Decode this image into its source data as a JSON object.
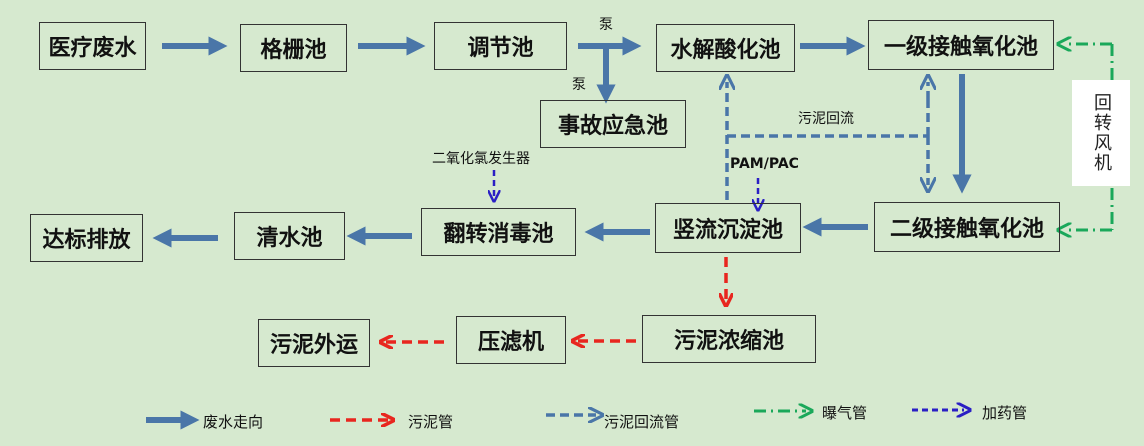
{
  "nodes": {
    "wastewater": "医疗废水",
    "screen_tank": "格栅池",
    "equalization_tank": "调节池",
    "hydrolysis_tank": "水解酸化池",
    "primary_contact_tank": "一级接触氧化池",
    "emergency_tank": "事故应急池",
    "secondary_contact_tank": "二级接触氧化池",
    "settling_tank": "竖流沉淀池",
    "disinfection_tank": "翻转消毒池",
    "clear_water_tank": "清水池",
    "discharge": "达标排放",
    "sludge_thickener": "污泥浓缩池",
    "filter_press": "压滤机",
    "sludge_out": "污泥外运",
    "blower": "回转风机"
  },
  "labels": {
    "pump_top": "泵",
    "pump_side": "泵",
    "sludge_return": "污泥回流",
    "chlorine_generator": "二氧化氯发生器",
    "pam_pac": "PAM/PAC"
  },
  "legend": {
    "wastewater_flow": "废水走向",
    "sludge_pipe": "污泥管",
    "sludge_return_pipe": "污泥回流管",
    "aeration_pipe": "曝气管",
    "dosing_pipe": "加药管"
  },
  "colors": {
    "background": "#d6e9cf",
    "wastewater_flow": "#4a76a8",
    "sludge_pipe": "#e8261f",
    "sludge_return_pipe": "#4a76a8",
    "aeration_pipe": "#1aa85a",
    "dosing_pipe": "#2a1fc4"
  }
}
